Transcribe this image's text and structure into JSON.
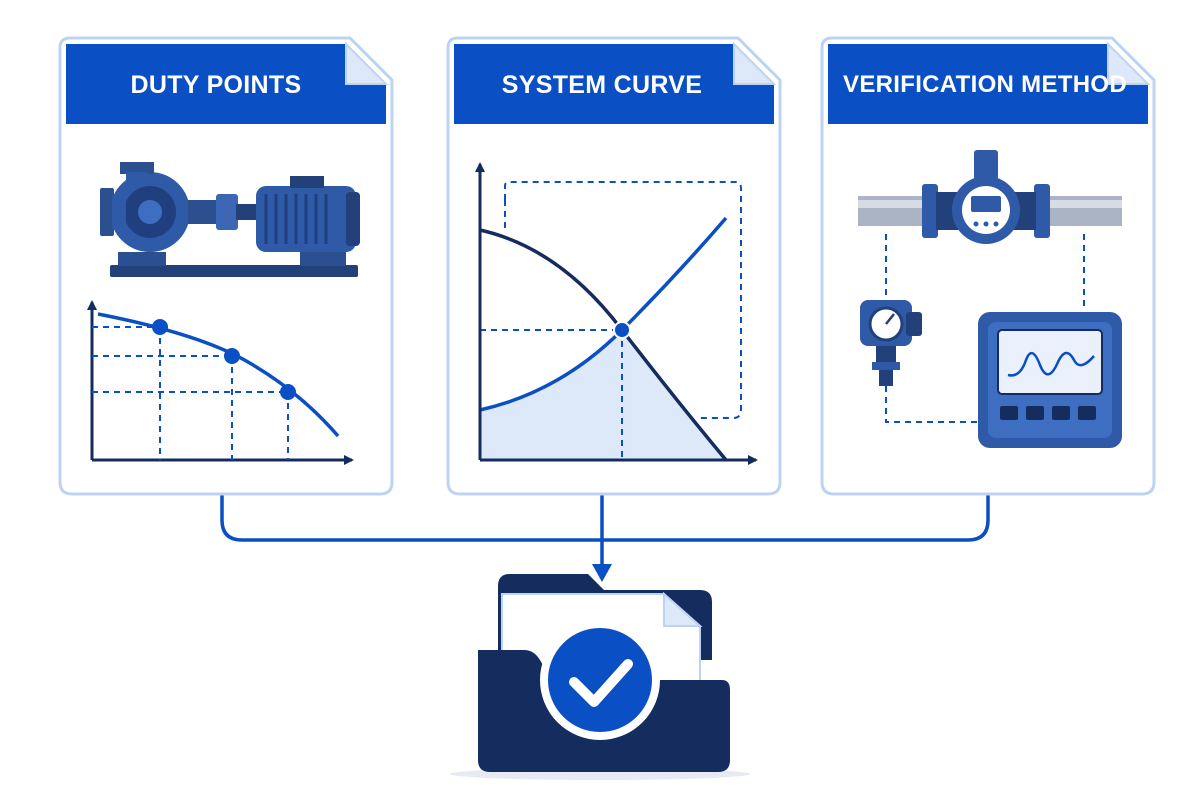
{
  "cards": [
    {
      "title": "DUTY POINTS",
      "illustration": "centrifugal-pump-and-motor",
      "chart": "pump-curve-with-duty-points"
    },
    {
      "title": "SYSTEM CURVE",
      "illustration": "pump-and-system-curve-intersection"
    },
    {
      "title": "VERIFICATION METHOD",
      "illustration": "flow-meter-pressure-gauge-and-data-logger"
    }
  ],
  "result_icon": "folder-check-icon",
  "colors": {
    "primary": "#0b4fc4",
    "dark": "#152c5e",
    "border": "#bcd3f3",
    "fill_light": "#dde8f8"
  }
}
